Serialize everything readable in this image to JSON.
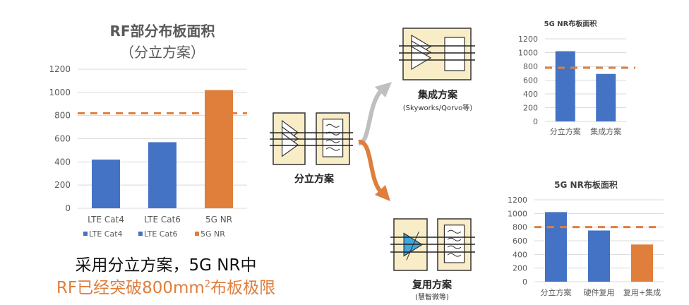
{
  "main": {
    "title": "RF部分布板面积",
    "subtitle": "（分立方案）",
    "conclusion_line1": "采用分立方案，5G NR中",
    "conclusion_line2_pre": "RF已经突破800mm",
    "conclusion_sup": "2",
    "conclusion_line2_post": "布板极限"
  },
  "diagram": {
    "discrete_label": "分立方案",
    "integrated_label": "集成方案",
    "integrated_sub": "(Skyworks/Qorvo等)",
    "reuse_label": "复用方案",
    "reuse_sub": "(慧智微等)"
  },
  "colors": {
    "blue": "#4472C4",
    "orange": "#E07E3C",
    "grid": "#D9D9D9",
    "block": "#F9EDC8",
    "arrow_grey": "#BFBFBF",
    "pa_blue": "#3FA7E0"
  },
  "chart_data": [
    {
      "type": "bar",
      "title": "RF部分布板面积（分立方案）",
      "categories": [
        "LTE Cat4",
        "LTE Cat6",
        "5G NR"
      ],
      "values": [
        420,
        570,
        1020
      ],
      "bar_colors": [
        "blue",
        "blue",
        "orange"
      ],
      "yticks": [
        "0",
        "200",
        "400",
        "600",
        "800",
        "1000",
        "1200"
      ],
      "ylim": [
        0,
        1200
      ],
      "reference_line": 820,
      "legend": [
        "LTE Cat4",
        "LTE Cat6",
        "5G NR"
      ],
      "legend_position": "bottom",
      "grid": true
    },
    {
      "type": "bar",
      "title": "5G NR布板面积",
      "categories": [
        "分立方案",
        "集成方案"
      ],
      "values": [
        1020,
        690
      ],
      "bar_colors": [
        "blue",
        "blue"
      ],
      "yticks": [
        "0",
        "200",
        "400",
        "600",
        "800",
        "1000",
        "1200"
      ],
      "ylim": [
        0,
        1200
      ],
      "reference_line": 780,
      "grid": true
    },
    {
      "type": "bar",
      "title": "5G NR布板面积",
      "categories": [
        "分立方案",
        "硬件复用",
        "复用+集成"
      ],
      "values": [
        1020,
        750,
        545
      ],
      "bar_colors": [
        "blue",
        "blue",
        "orange"
      ],
      "yticks": [
        "0",
        "200",
        "400",
        "600",
        "800",
        "1000",
        "1200"
      ],
      "ylim": [
        0,
        1200
      ],
      "reference_line": 800,
      "grid": true
    }
  ]
}
